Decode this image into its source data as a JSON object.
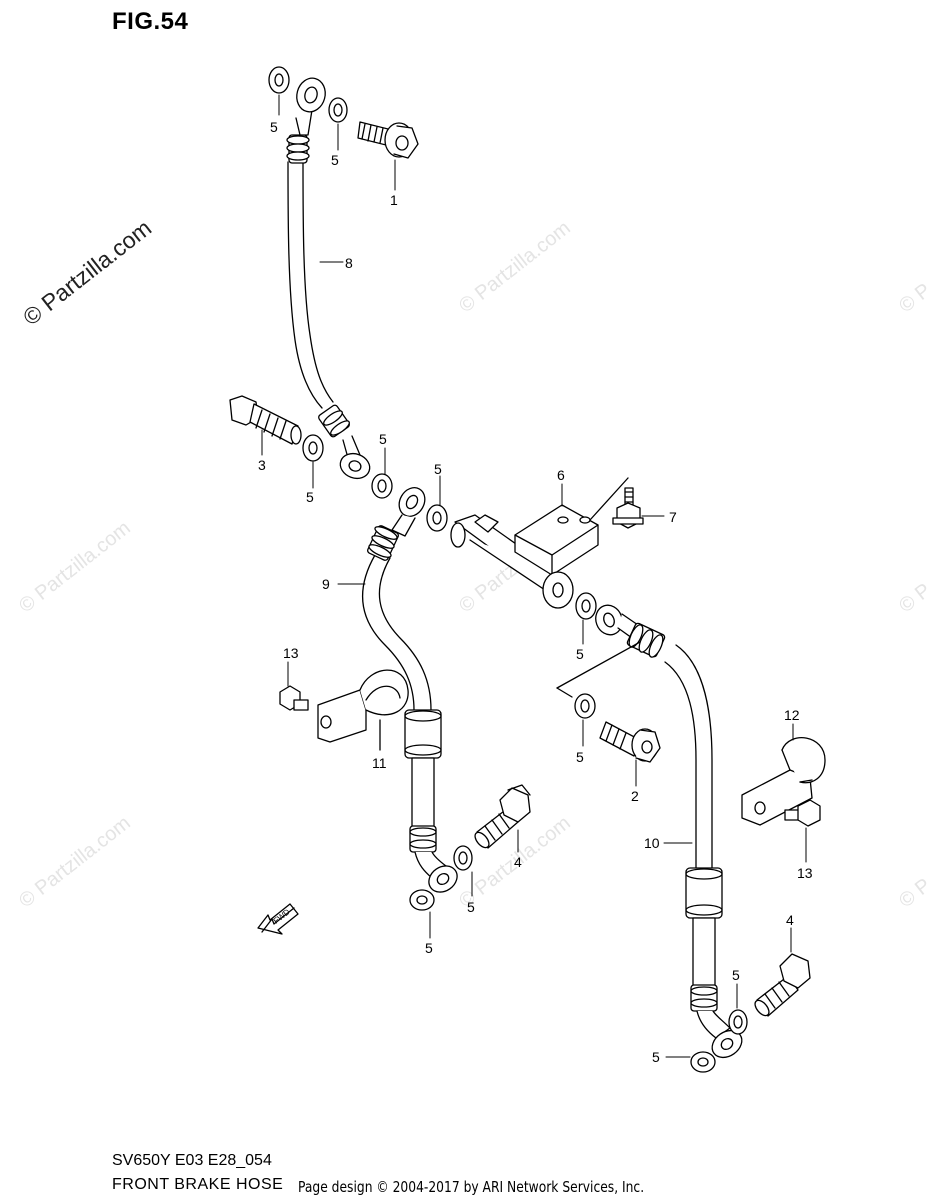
{
  "figure": {
    "title": "FIG.54",
    "model_code": "SV650Y E03 E28_054",
    "section_name": "FRONT BRAKE  HOSE",
    "credit": "Page design © 2004-2017 by ARI Network Services, Inc.",
    "watermark_main": "© Partzilla.com",
    "watermark_faint": "© Partzilla.com"
  },
  "callouts": [
    "1",
    "2",
    "3",
    "4",
    "4",
    "5",
    "5",
    "5",
    "5",
    "5",
    "5",
    "5",
    "5",
    "5",
    "5",
    "5",
    "6",
    "7",
    "8",
    "9",
    "10",
    "11",
    "12",
    "13",
    "13"
  ],
  "fwd_label": "FWD"
}
